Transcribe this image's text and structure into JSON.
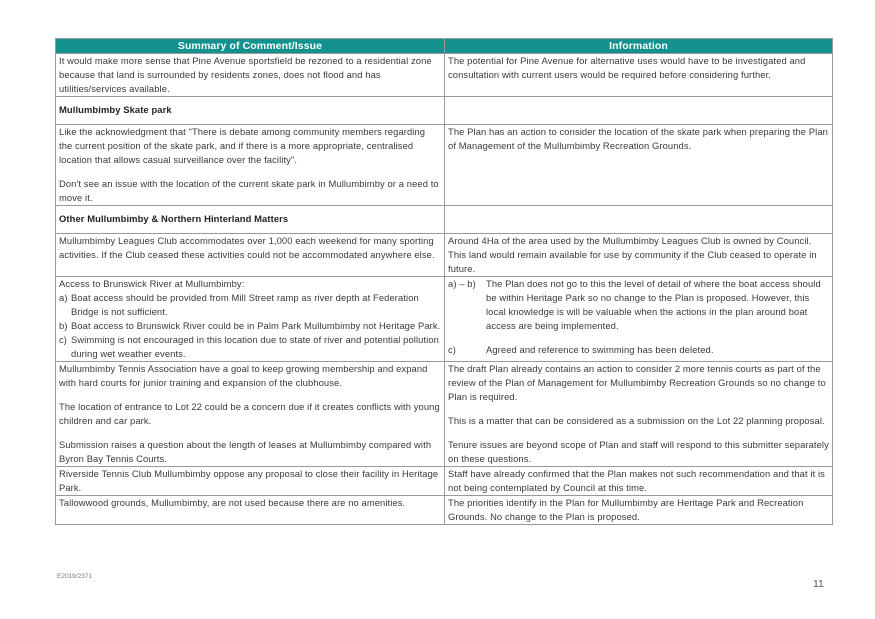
{
  "table": {
    "headers": [
      "Summary of Comment/Issue",
      "Information"
    ],
    "row1": {
      "comment": "It would make more sense that Pine Avenue sportsfield be rezoned to a residential zone because that land is surrounded by residents zones, does not flood and has utilities/services available.",
      "info": "The potential for Pine Avenue for alternative uses would have to be investigated and consultation with current users would be required before considering further."
    },
    "section1": "Mullumbimby Skate park",
    "row2": {
      "comment_p1": "Like the acknowledgment that \"There is debate among community members regarding the current position of the skate park, and if there is a more appropriate, centralised location that allows casual surveillance over the facility\".",
      "comment_p2": "Don't see an issue with the location of the current skate park in Mullumbimby or a need to move it.",
      "info": "The Plan has an action to consider the location of the skate park when preparing the Plan of Management of the Mullumbimby Recreation Grounds."
    },
    "section2": "Other Mullumbimby & Northern Hinterland Matters",
    "row3": {
      "comment": "Mullumbimby Leagues Club accommodates over 1,000 each weekend for many sporting activities. If the Club ceased these activities could not be accommodated anywhere else.",
      "info": "Around 4Ha of the area used by the Mullumbimby Leagues Club is owned by Council. This land would remain available for use by community if the Club ceased to operate in future."
    },
    "row4": {
      "comment_intro": "Access to Brunswick River at Mullumbimby:",
      "items": [
        {
          "label": "a)",
          "text": "Boat access should be provided from Mill Street ramp as river depth at Federation Bridge is not sufficient."
        },
        {
          "label": "b)",
          "text": "Boat access to Brunswick River could be in Palm Park Mullumbimby not Heritage Park."
        },
        {
          "label": "c)",
          "text": "Swimming is not encouraged in this location due to state of river and potential pollution during wet weather events."
        }
      ],
      "info_items": [
        {
          "label": "a) – b)",
          "text": "The Plan does not go to this the level of detail of where the boat access should be within Heritage Park so no change to the Plan is proposed. However, this local knowledge is will be valuable when the actions in the plan around boat access are being implemented."
        },
        {
          "label": "c)",
          "text": "Agreed and reference to swimming has been deleted."
        }
      ]
    },
    "row5": {
      "comment_p1": "Mullumbimby Tennis Association have a goal to keep growing membership and expand with hard courts for junior training and expansion of the clubhouse.",
      "comment_p2": "The location of entrance to Lot 22 could be a concern due if it creates conflicts with young children and car park.",
      "comment_p3": "Submission raises a question about the length of leases at Mullumbimby compared with Byron Bay Tennis Courts.",
      "info_p1": "The draft Plan already contains an action to consider 2 more tennis courts as part of the review of the Plan of Management for  Mullumbimby Recreation Grounds so no change to Plan is required.",
      "info_p2": "This is a matter that can be considered as a submission on the Lot 22 planning proposal.",
      "info_p3": "Tenure issues are beyond scope of Plan and staff will respond to this submitter separately on these questions."
    },
    "row6": {
      "comment": "Riverside Tennis Club Mullumbimby oppose any proposal to close their facility in Heritage Park.",
      "info": "Staff have already confirmed that the Plan makes not such recommendation and that it is not being contemplated by Council at this time."
    },
    "row7": {
      "comment": "Tallowwood grounds, Mullumbimby, are not used because there are no amenities.",
      "info": "The priorities identify in the Plan for Mullumbimby are Heritage Park and Recreation Grounds. No change to the Plan is proposed."
    }
  },
  "footer": {
    "ref": "E2019/2371",
    "page": "11"
  },
  "colors": {
    "header_bg": "#13918f",
    "header_text": "#ffffff",
    "border": "#9a9a9a"
  }
}
